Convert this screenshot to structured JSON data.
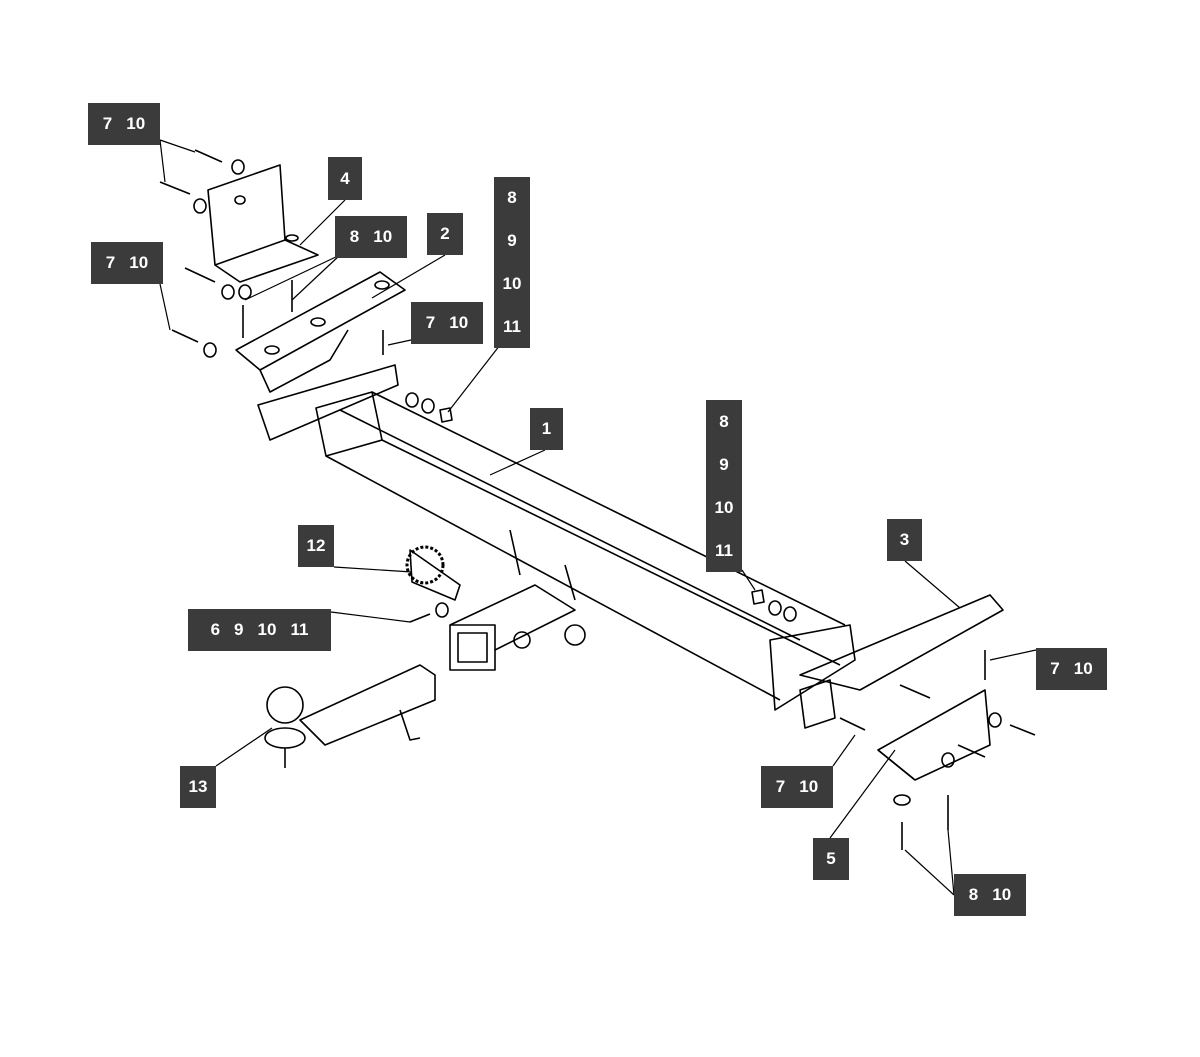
{
  "labels": {
    "tl_bolts": [
      "7",
      "10"
    ],
    "part4": [
      "4"
    ],
    "bracket_bolts_top": [
      "8",
      "10"
    ],
    "part2": [
      "2"
    ],
    "left_bolts_lower": [
      "7",
      "10"
    ],
    "left_hardware": [
      "8",
      "9",
      "10",
      "11"
    ],
    "part2_bolt": [
      "7",
      "10"
    ],
    "part1": [
      "1"
    ],
    "right_hardware": [
      "8",
      "9",
      "10",
      "11"
    ],
    "part12": [
      "12"
    ],
    "part3": [
      "3"
    ],
    "socket_hardware": [
      "6",
      "9",
      "10",
      "11"
    ],
    "right_bolt_top": [
      "7",
      "10"
    ],
    "part13": [
      "13"
    ],
    "right_bolts_lower": [
      "7",
      "10"
    ],
    "part5": [
      "5"
    ],
    "bottom_bolts": [
      "8",
      "10"
    ]
  },
  "colors": {
    "tag_bg": "#3b3b3b",
    "tag_text": "#ffffff",
    "line": "#000000"
  }
}
